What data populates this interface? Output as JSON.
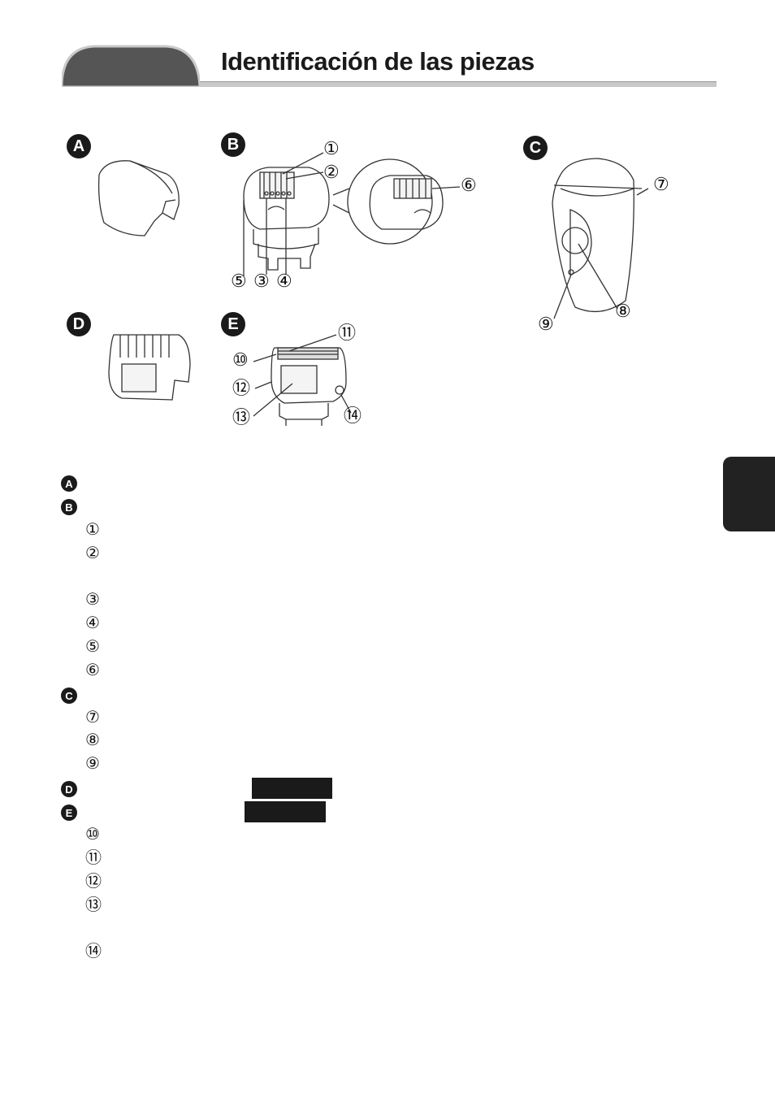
{
  "header": {
    "title": "Identificación de las piezas"
  },
  "figure_labels": {
    "A": "A",
    "B": "B",
    "C": "C",
    "D": "D",
    "E": "E"
  },
  "callouts": [
    "①",
    "②",
    "③",
    "④",
    "⑤",
    "⑥",
    "⑦",
    "⑧",
    "⑨",
    "⑩",
    "⑪",
    "⑫",
    "⑬",
    "⑭"
  ],
  "list": {
    "section_labels": {
      "A": "A",
      "B": "B",
      "C": "C",
      "D": "D",
      "E": "E"
    },
    "numbers": [
      "①",
      "②",
      "③",
      "④",
      "⑤",
      "⑥",
      "⑦",
      "⑧",
      "⑨",
      "⑩",
      "⑪",
      "⑫",
      "⑬",
      "⑭"
    ]
  }
}
